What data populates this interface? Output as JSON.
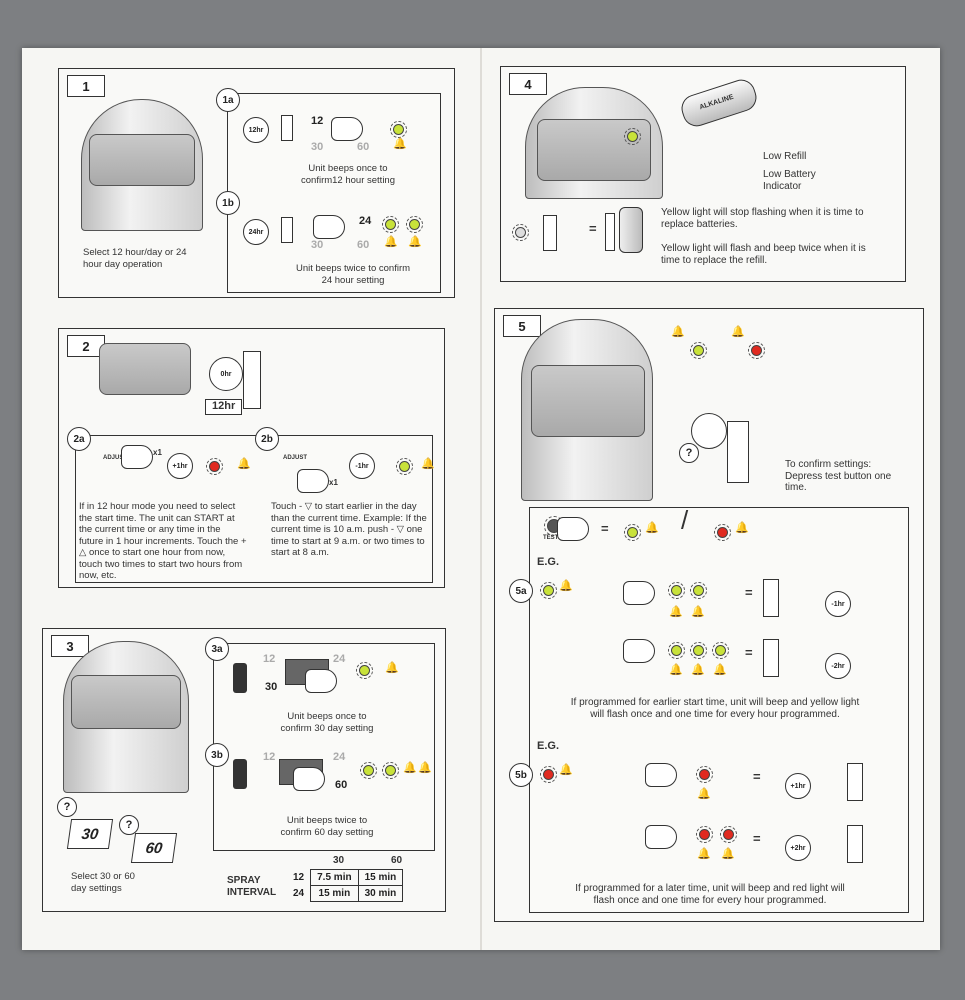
{
  "panel1": {
    "num": "1",
    "badge_a": "1a",
    "badge_b": "1b",
    "dial_12": "12hr",
    "dial_24": "24hr",
    "label_12": "12",
    "label_24": "24",
    "label_30": "30",
    "label_60": "60",
    "text_a": "Unit beeps once to confirm12 hour setting",
    "text_b": "Unit beeps twice to confirm 24 hour setting",
    "text_main": "Select 12 hour/day or 24 hour day operation"
  },
  "panel2": {
    "num": "2",
    "badge_a": "2a",
    "badge_b": "2b",
    "dial_0": "0hr",
    "box_12": "12hr",
    "adjust": "ADJUST",
    "x1": "x1",
    "dial_plus": "+1hr",
    "dial_minus": "-1hr",
    "text_a": "If in 12 hour mode you need to select the start time. The unit can START at the current time or any time in the future in 1 hour increments. Touch the + △ once to start one hour from now, touch two times to start two hours from now, etc.",
    "text_b": "Touch - ▽ to start earlier in the day than the current time. Example: If the current time is 10 a.m. push - ▽ one time to start at 9 a.m. or two times to start at 8 a.m."
  },
  "panel3": {
    "num": "3",
    "badge_a": "3a",
    "badge_b": "3b",
    "label_12": "12",
    "label_24": "24",
    "label_30": "30",
    "label_60": "60",
    "text_a": "Unit beeps once to confirm 30 day setting",
    "text_b": "Unit beeps twice to confirm 60 day setting",
    "cal_30": "30",
    "cal_60": "60",
    "q": "?",
    "text_main": "Select 30 or 60 day settings",
    "spray_label": "SPRAY INTERVAL",
    "table": {
      "cols": [
        "30",
        "60"
      ],
      "rows": [
        {
          "h": "12",
          "c": [
            "7.5 min",
            "15 min"
          ]
        },
        {
          "h": "24",
          "c": [
            "15 min",
            "30 min"
          ]
        }
      ]
    }
  },
  "panel4": {
    "num": "4",
    "battery": "ALKALINE",
    "low_refill": "Low Refill",
    "low_battery": "Low Battery Indicator",
    "eq": "=",
    "text_1": "Yellow light will stop flashing when it is time to replace batteries.",
    "text_2": "Yellow light will flash and beep twice when it is time to replace the refill."
  },
  "panel5": {
    "num": "5",
    "q": "?",
    "confirm_text": "To confirm settings: Depress test button one time.",
    "test": "TEST",
    "eq": "=",
    "slash": "/",
    "eg": "E.G.",
    "badge_a": "5a",
    "badge_b": "5b",
    "dial_m1": "-1hr",
    "dial_m2": "-2hr",
    "dial_p1": "+1hr",
    "dial_p2": "+2hr",
    "text_a": "If programmed for earlier start time, unit will beep and yellow light will flash once and one time for every hour programmed.",
    "text_b": "If programmed for a later time, unit will beep and red light will flash once and one time for every hour programmed."
  },
  "icons": {
    "bell": "bell-icon",
    "light": "led-light-icon"
  },
  "colors": {
    "yellow_light": "#c8e23a",
    "red_light": "#e02a20"
  }
}
